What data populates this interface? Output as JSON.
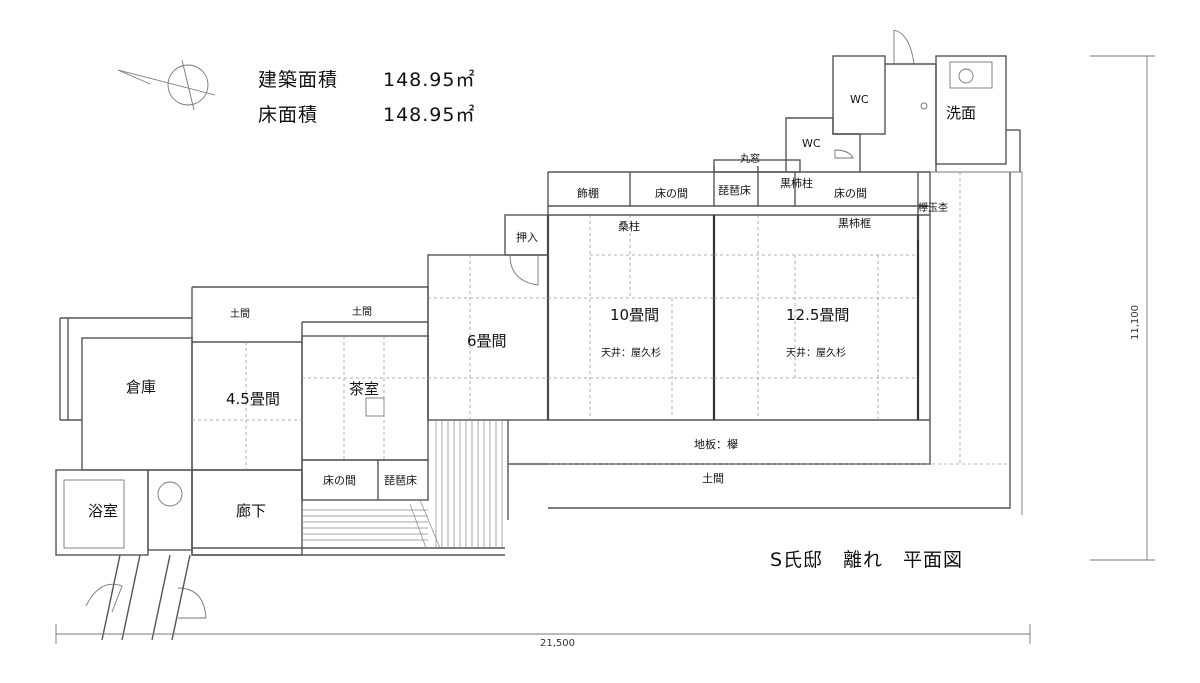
{
  "areas": {
    "building_label": "建築面積",
    "building_value": "148.95㎡",
    "floor_label": "床面積",
    "floor_value": "148.95㎡"
  },
  "title": "S氏邸　離れ　平面図",
  "rooms": {
    "wc1": "WC",
    "wc2": "WC",
    "senmen": "洗面",
    "marumado": "丸窓",
    "kazaridana": "飾棚",
    "tokonoma1": "床の間",
    "biwadoko1": "琵琶床",
    "kurogakibashira": "黒柿柱",
    "tokonoma2": "床の間",
    "keyaki_tama": "欅玉杢",
    "oshiire": "押入",
    "kuwabashira": "桑柱",
    "kurogakikamachi": "黒柿框",
    "doma1": "土間",
    "doma2": "土間",
    "rokujo": "6畳間",
    "jujo": "10畳間",
    "jujo_ceiling": "天井：屋久杉",
    "junigojo": "12.5畳間",
    "junigojo_ceiling": "天井：屋久杉",
    "souko": "倉庫",
    "yongojo": "4.5畳間",
    "chashitsu": "茶室",
    "jiita": "地板：欅",
    "tokonoma3": "床の間",
    "biwadoko2": "琵琶床",
    "doma3": "土間",
    "yokushitsu": "浴室",
    "rouka": "廊下"
  },
  "dimensions": {
    "width": "21,500",
    "depth": "11,100"
  }
}
